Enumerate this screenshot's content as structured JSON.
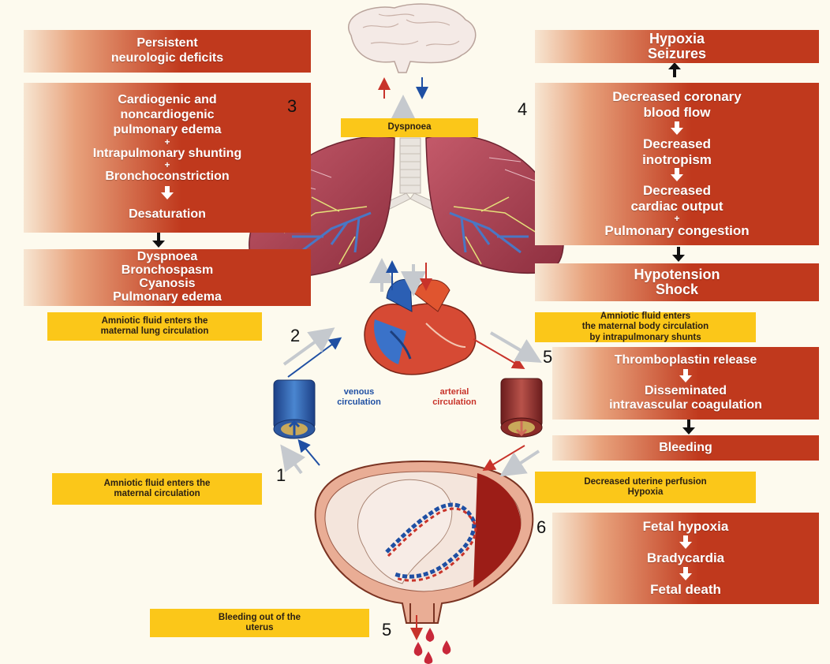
{
  "boxes": {
    "b1": [
      "Persistent",
      "neurologic deficits"
    ],
    "b2": [
      "Cardiogenic and",
      "noncardiogenic",
      "pulmonary edema",
      "+",
      "Intrapulmonary shunting",
      "+",
      "Bronchoconstriction",
      "Desaturation"
    ],
    "b3": [
      "Dyspnoea",
      "Bronchospasm",
      "Cyanosis",
      "Pulmonary edema"
    ],
    "b4": [
      "Hypoxia",
      "Seizures"
    ],
    "b5": [
      "Decreased coronary",
      "blood flow",
      "Decreased",
      "inotropism",
      "Decreased",
      "cardiac output",
      "+",
      "Pulmonary congestion"
    ],
    "b6": [
      "Hypotension",
      "Shock"
    ],
    "b7": [
      "Thromboplastin release",
      "Disseminated",
      "intravascular coagulation"
    ],
    "b8": [
      "Bleeding"
    ],
    "b9": [
      "Fetal hypoxia",
      "Bradycardia",
      "Fetal death"
    ]
  },
  "yellow": {
    "dyspnoea": "Dyspnoea",
    "lung_circ": [
      "Amniotic fluid enters the",
      "maternal lung circulation"
    ],
    "body_circ": [
      "Amniotic fluid enters",
      "the maternal body circulation",
      "by intrapulmonary shunts"
    ],
    "maternal_circ": [
      "Amniotic fluid enters the",
      "maternal circulation"
    ],
    "uterine": [
      "Decreased uterine perfusion",
      "Hypoxia"
    ],
    "bleeding_out": [
      "Bleeding out of the",
      "uterus"
    ]
  },
  "numbers": {
    "n1": "1",
    "n2": "2",
    "n3": "3",
    "n4": "4",
    "n5a": "5",
    "n5b": "5",
    "n6": "6"
  },
  "circulation": {
    "venous": [
      "venous",
      "circulation"
    ],
    "arterial": [
      "arterial",
      "circulation"
    ]
  },
  "colors": {
    "red_box": "#c0391d",
    "yellow_box": "#fbc719",
    "background": "#fdfaee",
    "venous": "#1f4fa3",
    "arterial": "#c8332a"
  },
  "icons": [
    "brain-icon",
    "lungs-icon",
    "heart-icon",
    "vein-icon",
    "artery-icon",
    "uterus-fetus-icon",
    "blood-drop-icon"
  ]
}
